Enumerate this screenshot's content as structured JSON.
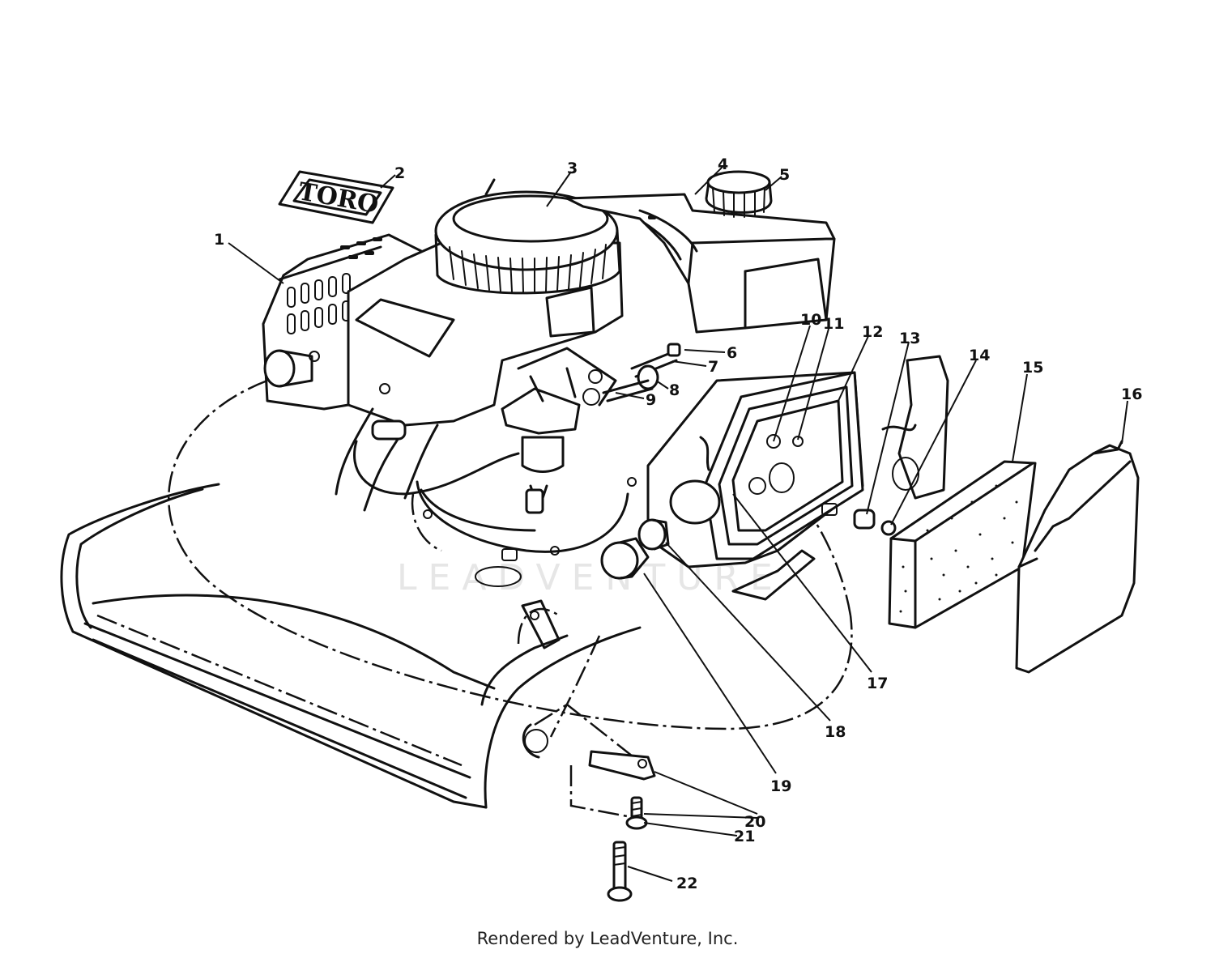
{
  "diagram": {
    "logo_text": "TORO",
    "watermark": "LEADVENTURE",
    "footer": "Rendered by LeadVenture, Inc.",
    "callouts": [
      "1",
      "2",
      "3",
      "4",
      "5",
      "6",
      "7",
      "8",
      "9",
      "10",
      "11",
      "12",
      "13",
      "14",
      "15",
      "16",
      "17",
      "18",
      "19",
      "20",
      "21",
      "22"
    ]
  }
}
